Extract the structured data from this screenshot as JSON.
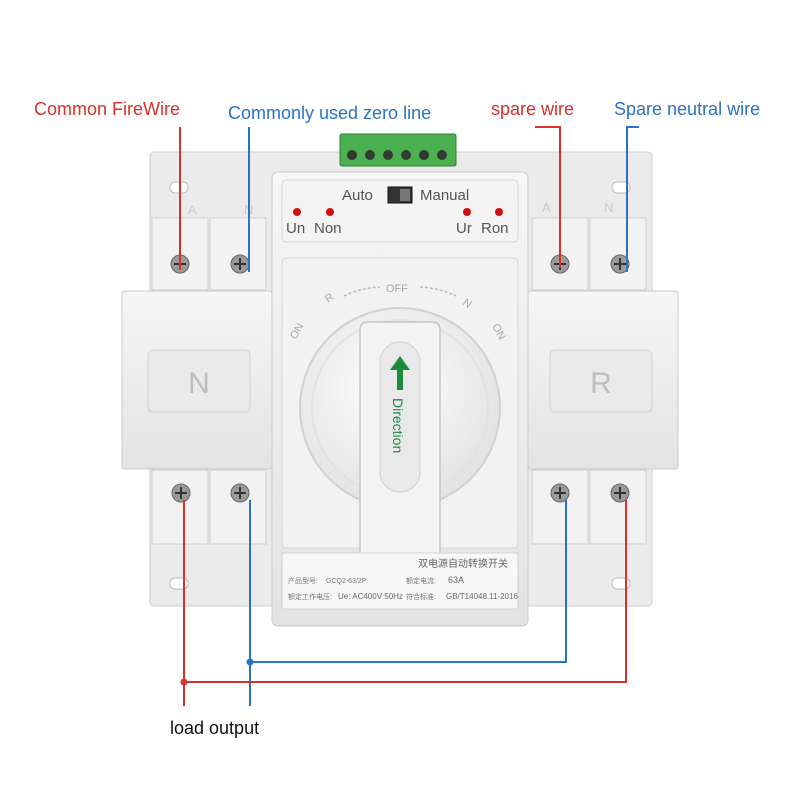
{
  "labels": {
    "common_firewire": "Common FireWire",
    "common_zero_line": "Commonly used zero line",
    "spare_wire": "spare wire",
    "spare_neutral": "Spare neutral wire",
    "load_output": "load output"
  },
  "device": {
    "switch_left": "Auto",
    "switch_right": "Manual",
    "led_left_1": "Un",
    "led_left_2": "Non",
    "led_right_1": "Ur",
    "led_right_2": "Ron",
    "terminal_left_a": "A",
    "terminal_left_n": "N",
    "terminal_right_a": "A",
    "terminal_right_n": "N",
    "module_left": "N",
    "module_right": "R",
    "dial_on_left": "ON",
    "dial_r": "R",
    "dial_off": "OFF",
    "dial_n": "N",
    "dial_on_right": "ON",
    "handle_label": "Direction",
    "nameplate_title": "双电源自动转换开关",
    "nameplate_model_label": "产品型号:",
    "nameplate_model_value": "GCQ2-63/2P",
    "nameplate_current_label": "额定电流:",
    "nameplate_current_value": "63A",
    "nameplate_voltage_label": "额定工作电压:",
    "nameplate_voltage_value": "Ue: AC400V 50Hz",
    "nameplate_standard_label": "符合标准:",
    "nameplate_standard_value": "GB/T14048.11-2016"
  },
  "colors": {
    "live_wire": "#d9302c",
    "neutral_wire": "#2a73c4",
    "device_body": "#eeeeee",
    "terminal_block": "#4caf50",
    "led": "#d01010",
    "arrow": "#1e8a3c"
  }
}
